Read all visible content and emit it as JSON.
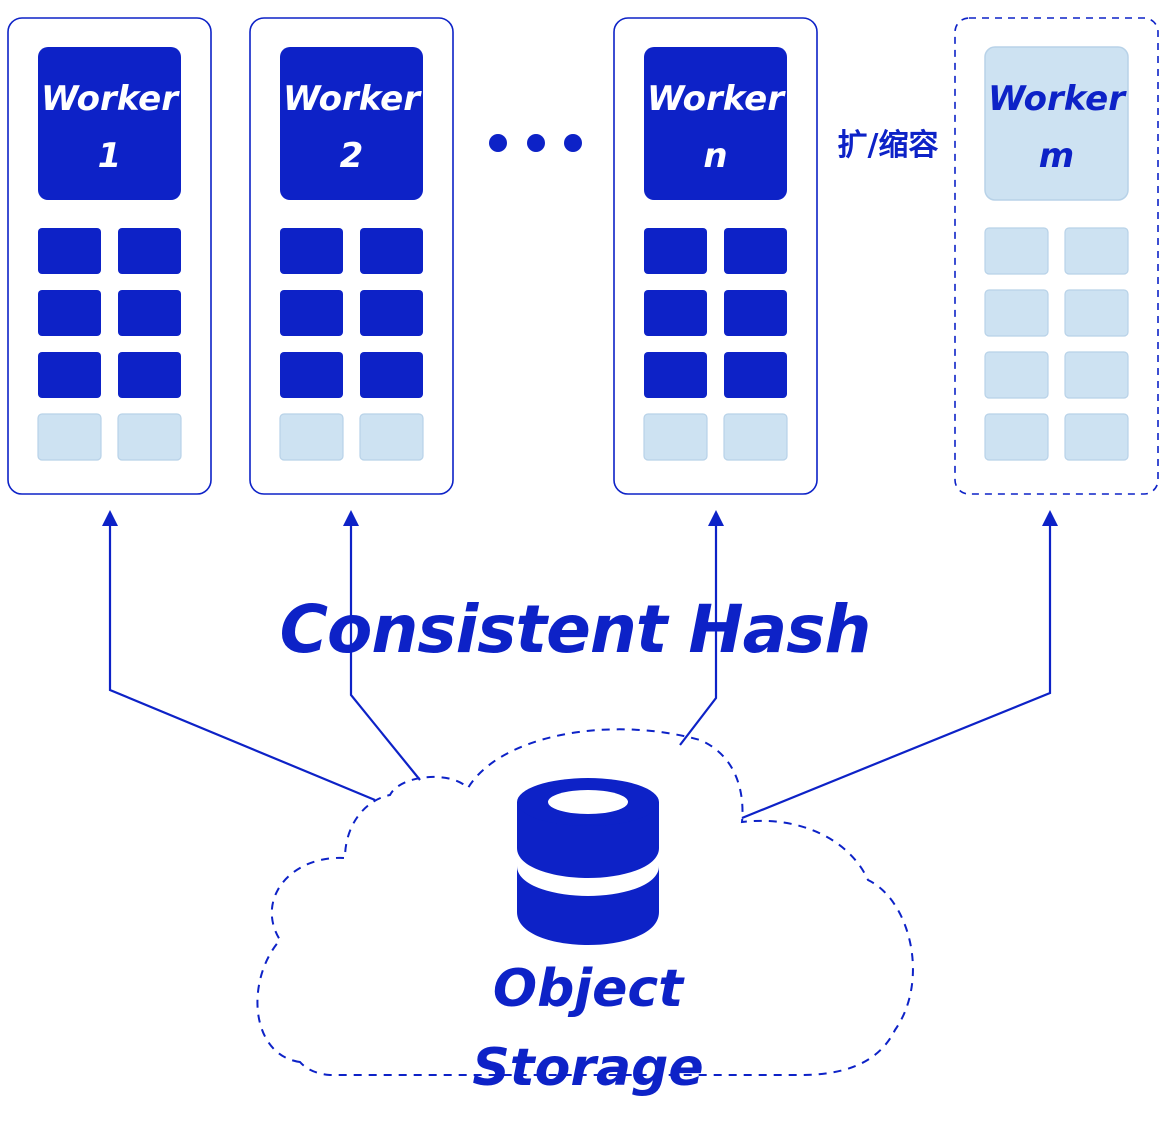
{
  "colors": {
    "primary": "#0d22c7",
    "light_slot": "#cde2f2",
    "light_slot_border": "#b8d2e8",
    "white": "#ffffff"
  },
  "workers": [
    {
      "label": "Worker",
      "index": "1",
      "filled_slots": 6,
      "total_slots": 8,
      "style": "active"
    },
    {
      "label": "Worker",
      "index": "2",
      "filled_slots": 6,
      "total_slots": 8,
      "style": "active"
    },
    {
      "label": "Worker",
      "index": "n",
      "filled_slots": 6,
      "total_slots": 8,
      "style": "active"
    },
    {
      "label": "Worker",
      "index": "m",
      "filled_slots": 0,
      "total_slots": 8,
      "style": "scaling"
    }
  ],
  "ellipsis_icon": "ellipsis-icon",
  "scale_label": "扩/缩容",
  "hash_label": "Consistent Hash",
  "storage": {
    "icon": "database-icon",
    "line1": "Object",
    "line2": "Storage"
  }
}
